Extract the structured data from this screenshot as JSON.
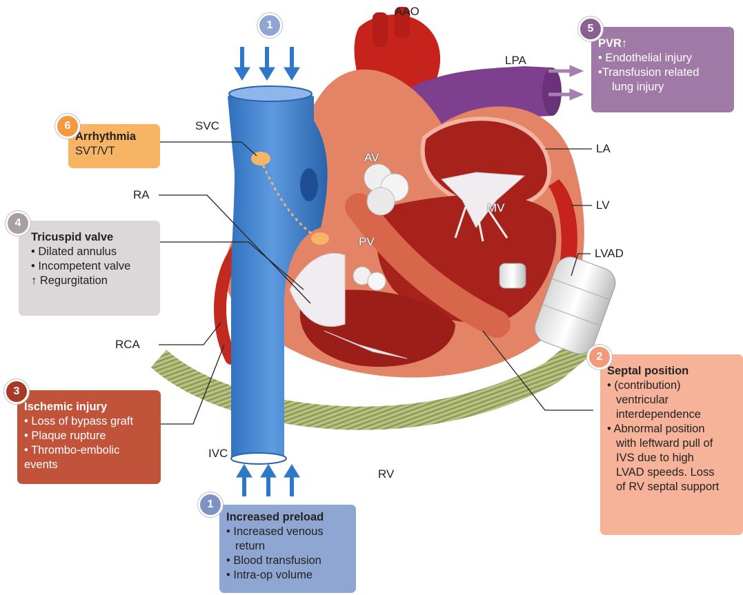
{
  "labels": {
    "aao": "AAO",
    "lpa": "LPA",
    "svc": "SVC",
    "la": "LA",
    "av": "AV",
    "ra": "RA",
    "mv": "MV",
    "lv": "LV",
    "pv": "PV",
    "lvad": "LVAD",
    "rca": "RCA",
    "ivc": "IVC",
    "rv": "RV"
  },
  "boxes": {
    "preload_top_badge": "1",
    "arrhythmia": {
      "badge": "6",
      "title": "Arrhythmia",
      "lines": [
        "SVT/VT"
      ]
    },
    "tricuspid": {
      "badge": "4",
      "title": "Tricuspid valve",
      "lines": [
        "• Dilated annulus",
        "• Incompetent valve",
        "↑ Regurgitation"
      ]
    },
    "ischemic": {
      "badge": "3",
      "title": "Ischemic injury",
      "lines": [
        "• Loss of bypass graft",
        "• Plaque rupture",
        "• Thrombo-embolic",
        "events"
      ]
    },
    "pvr": {
      "badge": "5",
      "title": "PVR↑",
      "lines": [
        "• Endothelial injury",
        "•Transfusion related",
        "lung injury"
      ]
    },
    "septal": {
      "badge": "2",
      "title": "Septal position",
      "lines": [
        "• (contribution)",
        "ventricular",
        "interdependence",
        "• Abnormal position",
        "with leftward pull of",
        "IVS due to high",
        "LVAD speeds. Loss",
        "of RV septal support"
      ]
    },
    "preload": {
      "badge": "1",
      "title": "Increased preload",
      "lines": [
        "• Increased venous",
        "return",
        "• Blood transfusion",
        "• Intra-op volume"
      ]
    }
  },
  "colors": {
    "preload_box": "#8fa6d2",
    "arrhythmia_box": "#f7b465",
    "tricuspid_box": "#dcd8da",
    "ischemic_box": "#c0533a",
    "pvr_box": "#a07aa6",
    "septal_box": "#f7b39a",
    "vein_blue": "#3f7fc9",
    "arrow_blue": "#2f78c8",
    "arrow_purple": "#a57fb1",
    "heart_wall": "#e48466",
    "heart_dark": "#a8221c",
    "graft": "#a8b270"
  },
  "icons": [
    "down-arrow-icon",
    "up-arrow-icon",
    "right-arrow-icon"
  ]
}
